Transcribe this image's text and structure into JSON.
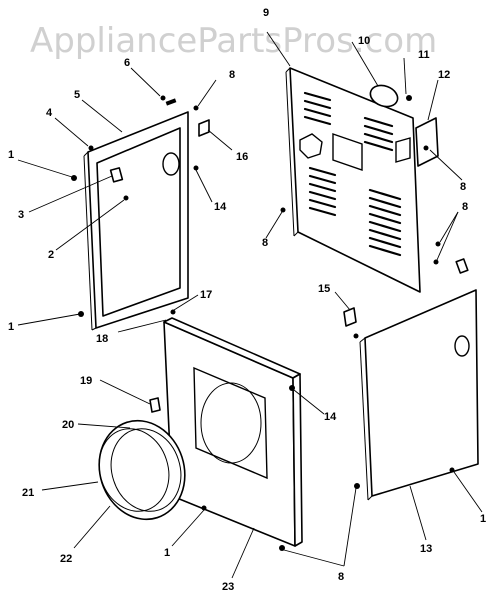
{
  "watermark": "AppliancePartsPros.com",
  "callouts": [
    {
      "id": "c1a",
      "text": "1"
    },
    {
      "id": "c1b",
      "text": "1"
    },
    {
      "id": "c1c",
      "text": "1"
    },
    {
      "id": "c1d",
      "text": "1"
    },
    {
      "id": "c2",
      "text": "2"
    },
    {
      "id": "c3",
      "text": "3"
    },
    {
      "id": "c4",
      "text": "4"
    },
    {
      "id": "c5",
      "text": "5"
    },
    {
      "id": "c6",
      "text": "6"
    },
    {
      "id": "c8a",
      "text": "8"
    },
    {
      "id": "c8b",
      "text": "8"
    },
    {
      "id": "c8c",
      "text": "8"
    },
    {
      "id": "c8d",
      "text": "8"
    },
    {
      "id": "c8e",
      "text": "8"
    },
    {
      "id": "c9",
      "text": "9"
    },
    {
      "id": "c10",
      "text": "10"
    },
    {
      "id": "c11",
      "text": "11"
    },
    {
      "id": "c12",
      "text": "12"
    },
    {
      "id": "c13",
      "text": "13"
    },
    {
      "id": "c14a",
      "text": "14"
    },
    {
      "id": "c14b",
      "text": "14"
    },
    {
      "id": "c15",
      "text": "15"
    },
    {
      "id": "c16",
      "text": "16"
    },
    {
      "id": "c17",
      "text": "17"
    },
    {
      "id": "c18",
      "text": "18"
    },
    {
      "id": "c19",
      "text": "19"
    },
    {
      "id": "c20",
      "text": "20"
    },
    {
      "id": "c21",
      "text": "21"
    },
    {
      "id": "c22",
      "text": "22"
    },
    {
      "id": "c23",
      "text": "23"
    }
  ]
}
